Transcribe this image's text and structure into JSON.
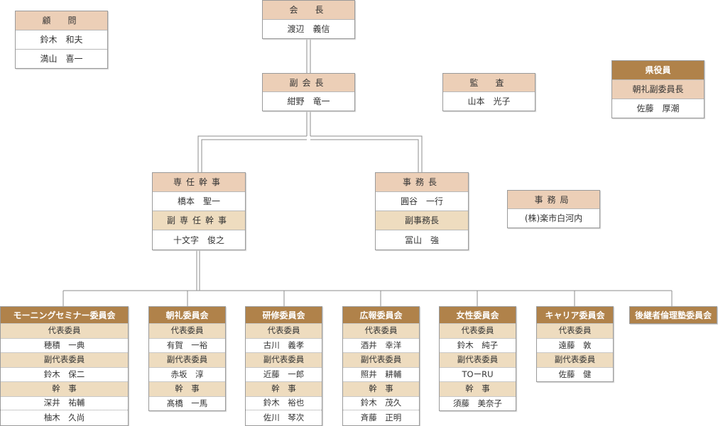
{
  "advisor": {
    "title": "顧　問",
    "members": [
      "鈴木　和夫",
      "満山　喜一"
    ]
  },
  "president": {
    "title": "会　長",
    "name": "渡辺　義信"
  },
  "vice_president": {
    "title": "副会長",
    "name": "紺野　竜一"
  },
  "auditor": {
    "title": "監　査",
    "name": "山本　光子"
  },
  "prefecture": {
    "title": "県役員",
    "role": "朝礼副委員長",
    "name": "佐藤　厚潮"
  },
  "secretary_general": {
    "title": "専任幹事",
    "name": "橋本　聖一",
    "sub_title": "副専任幹事",
    "sub_name": "十文字　俊之"
  },
  "director": {
    "title": "事務長",
    "name": "圓谷　一行",
    "sub_title": "副事務長",
    "sub_name": "冨山　強"
  },
  "office": {
    "title": "事務局",
    "name": "(株)楽市白河内"
  },
  "committees": [
    {
      "name": "モーニングセミナー委員会",
      "rows": [
        {
          "label": "代表委員",
          "members": [
            "穂積　一典"
          ]
        },
        {
          "label": "副代表委員",
          "members": [
            "鈴木　保二"
          ]
        },
        {
          "label": "幹　事",
          "members": [
            "深井　祐輔",
            "柚木　久尚"
          ]
        }
      ]
    },
    {
      "name": "朝礼委員会",
      "rows": [
        {
          "label": "代表委員",
          "members": [
            "有賀　一裕"
          ]
        },
        {
          "label": "副代表委員",
          "members": [
            "赤坂　淳"
          ]
        },
        {
          "label": "幹　事",
          "members": [
            "髙橋　一馬"
          ]
        }
      ]
    },
    {
      "name": "研修委員会",
      "rows": [
        {
          "label": "代表委員",
          "members": [
            "古川　義孝"
          ]
        },
        {
          "label": "副代表委員",
          "members": [
            "近藤　一郎"
          ]
        },
        {
          "label": "幹　事",
          "members": [
            "鈴木　裕也",
            "佐川　琴次"
          ]
        }
      ]
    },
    {
      "name": "広報委員会",
      "rows": [
        {
          "label": "代表委員",
          "members": [
            "酒井　幸洋"
          ]
        },
        {
          "label": "副代表委員",
          "members": [
            "照井　耕輔"
          ]
        },
        {
          "label": "幹　事",
          "members": [
            "鈴木　茂久",
            "斉藤　正明"
          ]
        }
      ]
    },
    {
      "name": "女性委員会",
      "rows": [
        {
          "label": "代表委員",
          "members": [
            "鈴木　純子"
          ]
        },
        {
          "label": "副代表委員",
          "members": [
            "TOーRU"
          ]
        },
        {
          "label": "幹　事",
          "members": [
            "須藤　美奈子"
          ]
        }
      ]
    },
    {
      "name": "キャリア委員会",
      "rows": [
        {
          "label": "代表委員",
          "members": [
            "遠藤　敦"
          ]
        },
        {
          "label": "副代表委員",
          "members": [
            "佐藤　健"
          ]
        }
      ]
    },
    {
      "name": "後継者倫理塾委員会",
      "rows": []
    }
  ]
}
